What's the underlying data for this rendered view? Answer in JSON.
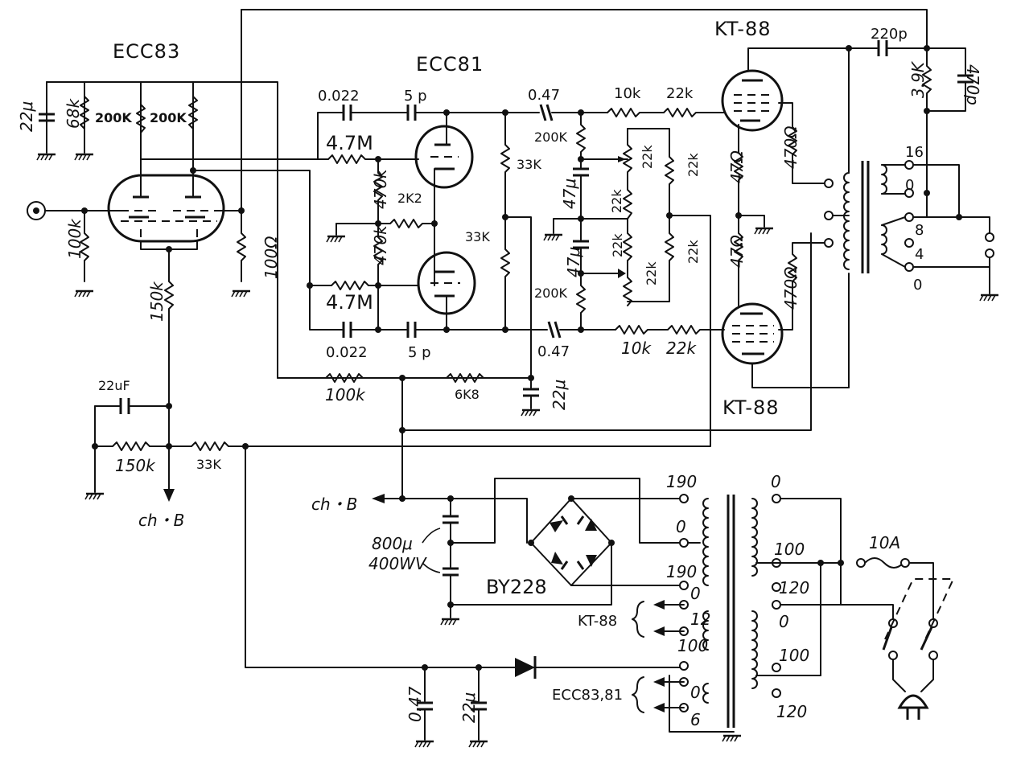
{
  "tubes": {
    "v1": "ECC83",
    "v2": "ECC81",
    "v3": "KT-88",
    "v4": "KT-88"
  },
  "input_stage": {
    "c_decouple": "22μ",
    "r_68k": "68k",
    "r_plate1": "200K",
    "r_plate2": "200K",
    "r_grid": "100k",
    "r_cathode": "150k",
    "r_feedback": "100Ω"
  },
  "splitter": {
    "c_in_top": "0.022",
    "c_in_bot": "0.022",
    "c_small_top": "5 p",
    "c_small_bot": "5 p",
    "r_grid_top": "4.7M",
    "r_grid_bot": "4.7M",
    "r_470k_top": "470k",
    "r_470k_bot": "470k",
    "r_2k2": "2K2",
    "r_33k_top": "33K",
    "r_33k_mid": "33K",
    "r_100k": "100k",
    "r_6k8": "6K8",
    "c_22": "22μ"
  },
  "driver": {
    "c_top": "0.47",
    "c_bot": "0.47",
    "r_200k_top": "200K",
    "r_200k_bot": "200K",
    "c_47_top": "47μ",
    "c_47_bot": "47μ",
    "r_10k_top": "10k",
    "r_10k_bot": "10k",
    "r_22k_top": "22k",
    "r_22k_bot": "22k",
    "bias_pots": [
      "22k",
      "22k",
      "22k",
      "22k"
    ],
    "bias_fixed": [
      "22k",
      "22k"
    ]
  },
  "output_stage": {
    "r_47_top": "47Ω",
    "r_47_bot": "47Ω",
    "r_470_top": "470Ω",
    "r_470_bot": "470Ω",
    "c_220p": "220p",
    "r_3_9k": "3.9K",
    "c_470p": "470p",
    "taps": [
      "16",
      "0",
      "8",
      "4",
      "0"
    ]
  },
  "supply_filter": {
    "c_22uf": "22uF",
    "r_150k": "150k",
    "r_33k": "33K",
    "chb_left": "ch・B",
    "chb_right": "ch・B"
  },
  "power_supply": {
    "caps_value": "800μ",
    "caps_voltage": "400WV",
    "rectifier": "BY228",
    "sec_taps": [
      "190",
      "0",
      "190",
      "0",
      "12",
      "100",
      "0",
      "6"
    ],
    "pri_taps": [
      "0",
      "100",
      "120",
      "0",
      "100",
      "120"
    ],
    "fuse": "10A",
    "heater_label_kt": "KT-88",
    "heater_label_ecc": "ECC83,81",
    "bias_c1": "0.47",
    "bias_c2": "22μ"
  }
}
